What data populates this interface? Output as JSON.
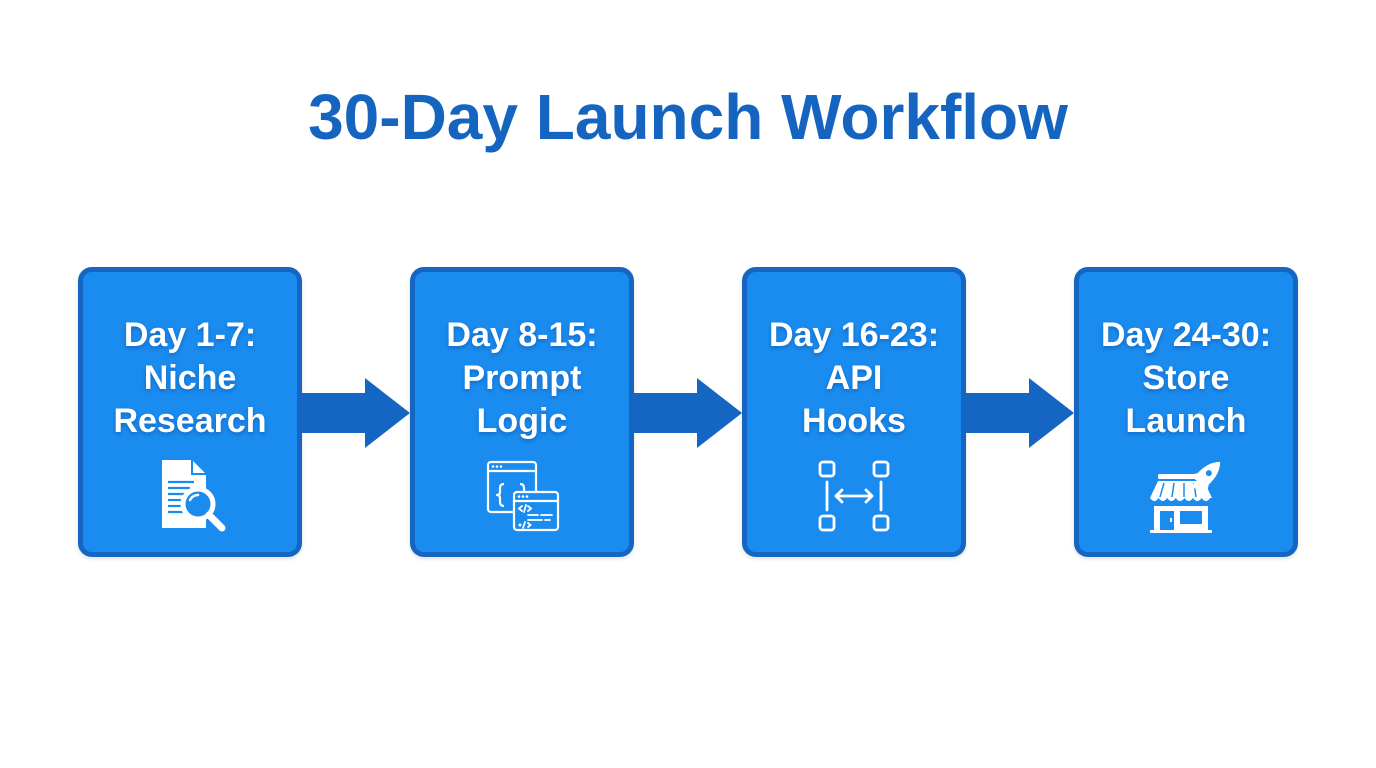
{
  "title": "30-Day Launch Workflow",
  "colors": {
    "title": "#1565C0",
    "box_fill": "#1A8CF0",
    "box_border": "#1466C2",
    "arrow": "#1466C2",
    "icon": "#ffffff"
  },
  "steps": [
    {
      "range": "Day 1-7:",
      "line1": "Niche",
      "line2": "Research",
      "icon": "document-search-icon"
    },
    {
      "range": "Day 8-15:",
      "line1": "Prompt",
      "line2": "Logic",
      "icon": "code-windows-icon"
    },
    {
      "range": "Day 16-23:",
      "line1": "API",
      "line2": "Hooks",
      "icon": "api-connection-icon"
    },
    {
      "range": "Day 24-30:",
      "line1": "Store",
      "line2": "Launch",
      "icon": "store-rocket-icon"
    }
  ],
  "connectors": [
    {
      "from": 1,
      "to": 2,
      "type": "arrow-right"
    },
    {
      "from": 2,
      "to": 3,
      "type": "arrow-right"
    },
    {
      "from": 3,
      "to": 4,
      "type": "arrow-right"
    }
  ]
}
